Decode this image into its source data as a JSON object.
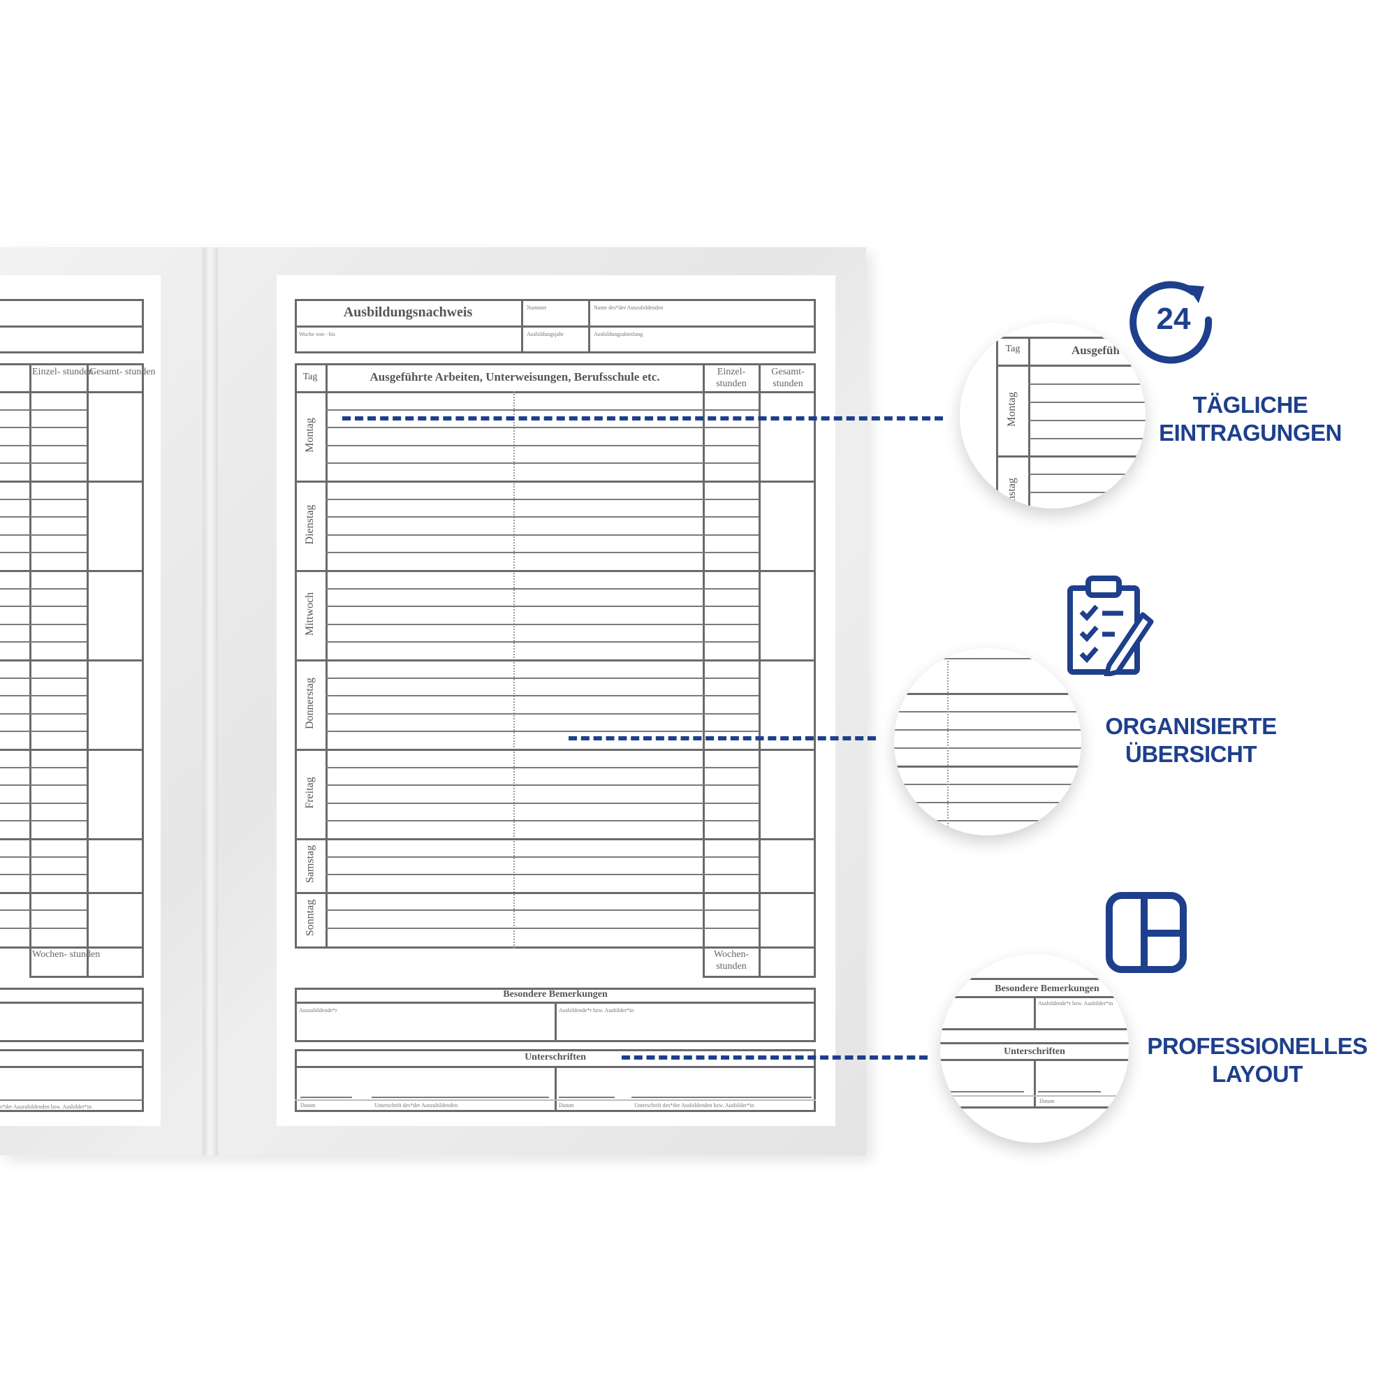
{
  "form": {
    "title": "Ausbildungsnachweis",
    "nummer": "Nummer",
    "name": "Name des*der Auszubildenden",
    "woche": "Woche von - bis",
    "jahr": "Ausbildungsjahr",
    "abteilung": "Ausbildungsabteilung",
    "tag": "Tag",
    "arbeiten": "Ausgeführte Arbeiten, Unterweisungen, Berufsschule etc.",
    "einzel": "Einzel-\nstunden",
    "gesamt": "Gesamt-\nstunden",
    "wochen": "Wochen-\nstunden",
    "days": [
      "Montag",
      "Dienstag",
      "Mittwoch",
      "Donnerstag",
      "Freitag",
      "Samstag",
      "Sonntag"
    ],
    "bemerkungen": "Besondere Bemerkungen",
    "azubi": "Auszubildende*r",
    "ausbilder": "Ausbildende*r bzw. Ausbilder*in",
    "unterschriften": "Unterschriften",
    "datum": "Datum",
    "sig_azubi": "Unterschrift des*der Auszubildenden",
    "sig_ausbilder": "Unterschrift des*der Ausbildenden bzw. Ausbilder*in",
    "sig_left_partial": "s*der Auszubildenden bzw. Ausbilder*in"
  },
  "zoom": {
    "tag": "Tag",
    "ausgef": "Ausgefüh",
    "montag": "Montag",
    "stag": "nstag",
    "bemerk": "Besondere Bemerkungen",
    "ausb": "Ausbildende*r bzw. Ausbilder*in",
    "unter": "Unterschriften",
    "datum": "Datum"
  },
  "features": {
    "icon24": "24",
    "f1": "TÄGLICHE\nEINTRAGUNGEN",
    "f2": "ORGANISIERTE\nÜBERSICHT",
    "f3": "PROFESSIONELLES\nLAYOUT"
  },
  "colors": {
    "brand": "#1e3f8c",
    "line": "#6a6a6a"
  }
}
